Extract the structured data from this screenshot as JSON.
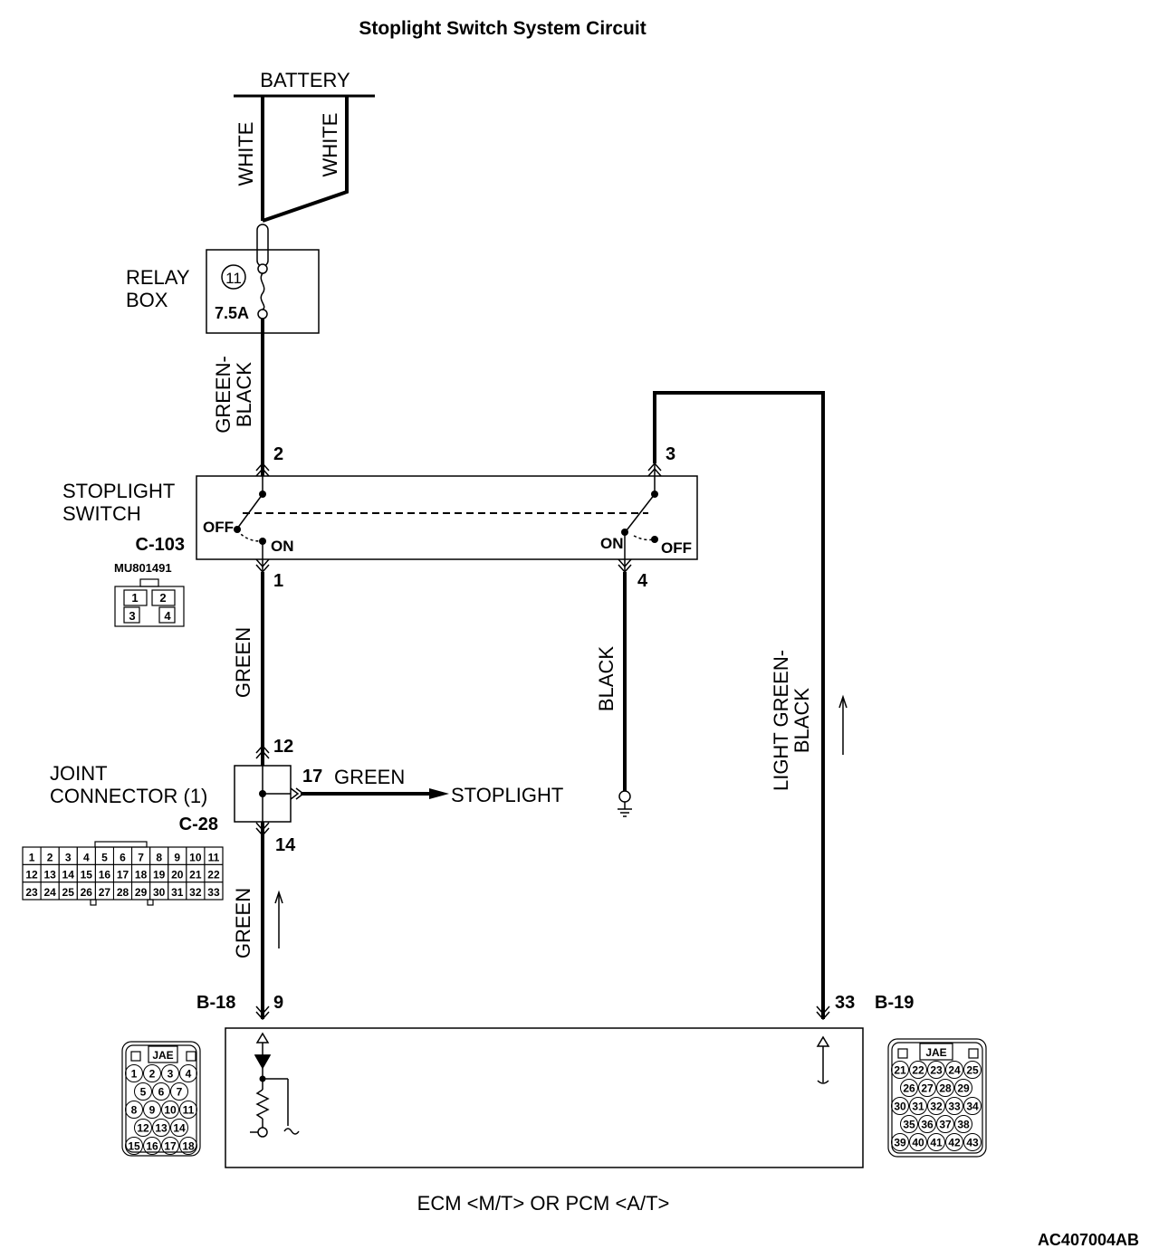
{
  "title": "Stoplight Switch System Circuit",
  "battery": "BATTERY",
  "wire_labels": {
    "white_left": "WHITE",
    "white_right": "WHITE",
    "green_black_1": "GREEN-",
    "green_black_2": "BLACK",
    "green_upper": "GREEN",
    "green_lower": "GREEN",
    "black": "BLACK",
    "lgb_1": "LIGHT GREEN-",
    "lgb_2": "BLACK",
    "green_17": "GREEN"
  },
  "relay_box": {
    "label_1": "RELAY",
    "label_2": "BOX",
    "fuse_number": "11",
    "fuse_rating": "7.5A"
  },
  "stoplight_switch": {
    "label_1": "STOPLIGHT",
    "label_2": "SWITCH",
    "connector": "C-103",
    "part_number": "MU801491",
    "pins": [
      "1",
      "2",
      "3",
      "4"
    ],
    "off_left": "OFF",
    "on_left": "ON",
    "on_right": "ON",
    "off_right": "OFF"
  },
  "pin_numbers": {
    "p2": "2",
    "p3": "3",
    "p1": "1",
    "p4": "4",
    "p12": "12",
    "p17": "17",
    "p14": "14",
    "p9": "9",
    "p33": "33"
  },
  "joint_connector": {
    "label_1": "JOINT",
    "label_2": "CONNECTOR (1)",
    "connector": "C-28",
    "rows": [
      [
        "1",
        "2",
        "3",
        "4",
        "5",
        "6",
        "7",
        "8",
        "9",
        "10",
        "11"
      ],
      [
        "12",
        "13",
        "14",
        "15",
        "16",
        "17",
        "18",
        "19",
        "20",
        "21",
        "22"
      ],
      [
        "23",
        "24",
        "25",
        "26",
        "27",
        "28",
        "29",
        "30",
        "31",
        "32",
        "33"
      ]
    ]
  },
  "stoplight": "STOPLIGHT",
  "ecm": {
    "label": "ECM <M/T> OR PCM <A/T>",
    "conn_left": "B-18",
    "conn_right": "B-19",
    "left_header": "JAE",
    "right_header": "JAE",
    "left_rows": [
      [
        "1",
        "2",
        "3",
        "4"
      ],
      [
        "5",
        "6",
        "7"
      ],
      [
        "8",
        "9",
        "10",
        "11"
      ],
      [
        "12",
        "13",
        "14"
      ],
      [
        "15",
        "16",
        "17",
        "18"
      ]
    ],
    "right_rows": [
      [
        "21",
        "22",
        "23",
        "24",
        "25"
      ],
      [
        "26",
        "27",
        "28",
        "29"
      ],
      [
        "30",
        "31",
        "32",
        "33",
        "34"
      ],
      [
        "35",
        "36",
        "37",
        "38"
      ],
      [
        "39",
        "40",
        "41",
        "42",
        "43"
      ]
    ]
  },
  "figure_code": "AC407004AB"
}
